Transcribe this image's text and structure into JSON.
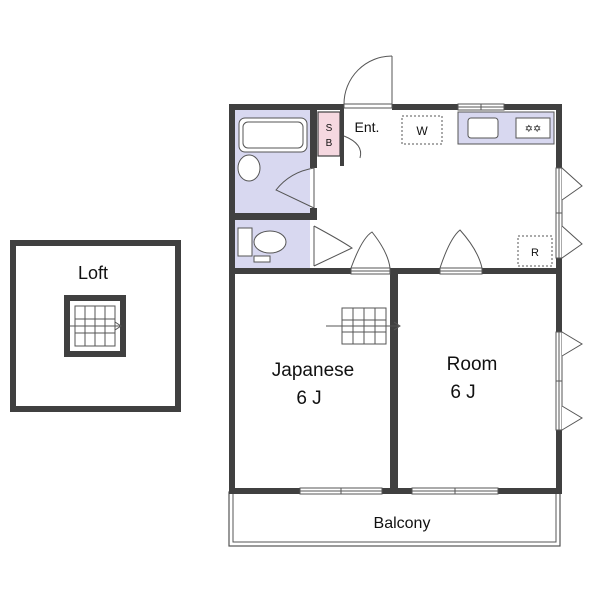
{
  "loft": {
    "label": "Loft"
  },
  "rooms": {
    "japanese": {
      "name": "Japanese",
      "size": "6 J"
    },
    "western": {
      "name": "Room",
      "size": "6 J"
    }
  },
  "balcony": {
    "label": "Balcony"
  },
  "fixtures": {
    "entrance": "Ent.",
    "shoe_box_top": "S",
    "shoe_box_bottom": "B",
    "washer": "W",
    "fridge": "R",
    "stove": "✡✡"
  },
  "colors": {
    "wall": "#404040",
    "wet_area": "#d8d8f0",
    "shoe_box": "#f5d8e0",
    "line": "#555555"
  }
}
